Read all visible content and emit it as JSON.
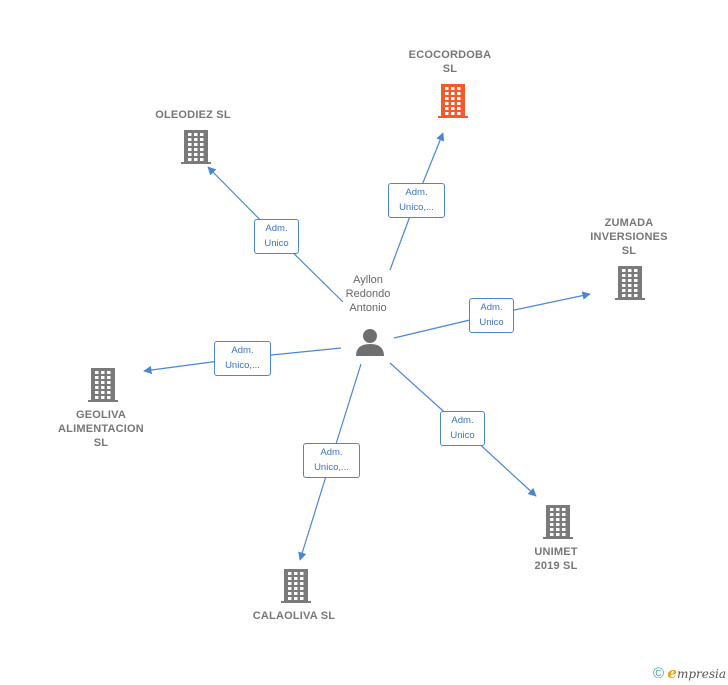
{
  "colors": {
    "edge": "#4a86d4",
    "building": "#7a7a7a",
    "building_highlight": "#f15a2a",
    "person": "#6f6f6f"
  },
  "center": {
    "name": "Ayllon\nRedondo\nAntonio",
    "icon": "person-icon"
  },
  "companies": [
    {
      "id": "ecocordoba",
      "name": "ECOCORDOBA\nSL",
      "highlight": true,
      "icon": "building-icon"
    },
    {
      "id": "oleodiez",
      "name": "OLEODIEZ SL",
      "highlight": false,
      "icon": "building-icon"
    },
    {
      "id": "zumada",
      "name": "ZUMADA\nINVERSIONES\nSL",
      "highlight": false,
      "icon": "building-icon"
    },
    {
      "id": "geoliva",
      "name": "GEOLIVA\nALIMENTACION\nSL",
      "highlight": false,
      "icon": "building-icon"
    },
    {
      "id": "unimet",
      "name": "UNIMET\n2019  SL",
      "highlight": false,
      "icon": "building-icon"
    },
    {
      "id": "calaoliva",
      "name": "CALAOLIVA  SL",
      "highlight": false,
      "icon": "building-icon"
    }
  ],
  "edges": [
    {
      "to": "ecocordoba",
      "label": "Adm.\nUnico,..."
    },
    {
      "to": "oleodiez",
      "label": "Adm.\nUnico"
    },
    {
      "to": "zumada",
      "label": "Adm.\nUnico"
    },
    {
      "to": "geoliva",
      "label": "Adm.\nUnico,..."
    },
    {
      "to": "unimet",
      "label": "Adm.\nUnico"
    },
    {
      "to": "calaoliva",
      "label": "Adm.\nUnico,..."
    }
  ],
  "footer": {
    "copyright": "©",
    "brand_initial": "e",
    "brand_rest": "mpresia"
  }
}
